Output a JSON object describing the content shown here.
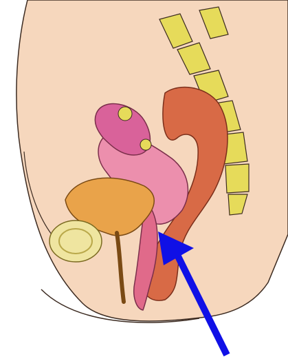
{
  "illustration": {
    "subject": "sagittal-pelvis-anatomy",
    "structures": [
      {
        "name": "body-outline",
        "color": "#f6d7bd"
      },
      {
        "name": "spine-vertebrae",
        "color": "#e6db5a"
      },
      {
        "name": "rectum-colon",
        "color": "#d86a46"
      },
      {
        "name": "uterus",
        "color": "#ec8fad"
      },
      {
        "name": "fallopian-tube-ovary",
        "color": "#d9629a"
      },
      {
        "name": "vagina",
        "color": "#e06a8a"
      },
      {
        "name": "bladder",
        "color": "#e9a34a"
      },
      {
        "name": "pubic-bone",
        "color": "#efe5a0"
      }
    ],
    "pointer": {
      "icon": "arrow-icon",
      "color": "#1010e6",
      "target": "vagina"
    }
  }
}
